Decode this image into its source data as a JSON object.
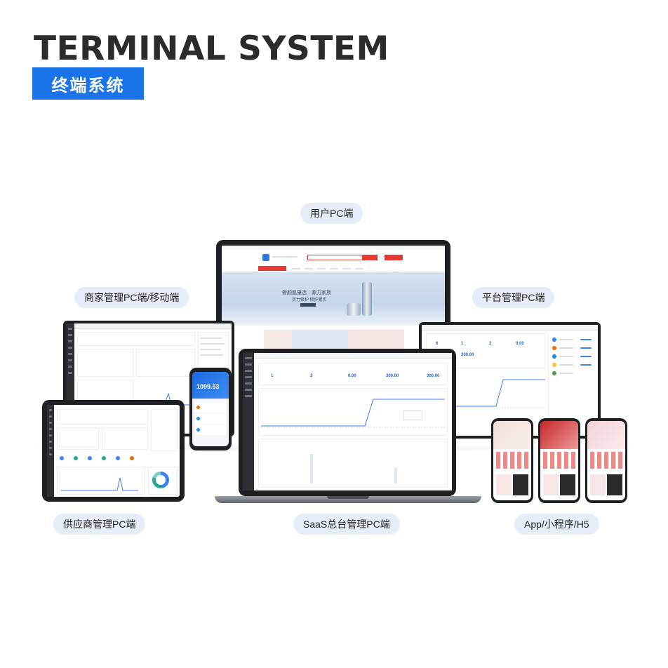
{
  "header": {
    "title": "TERMINAL SYSTEM",
    "subtitle": "终端系统"
  },
  "labels": {
    "user_pc": "用户PC端",
    "merchant": "商家管理PC端/移动端",
    "platform": "平台管理PC端",
    "supplier": "供应商管理PC端",
    "saas": "SaaS总台管理PC端",
    "app": "App/小程序/H5"
  },
  "screens": {
    "hero_line1": "奢颜肌肇选｜源力家族",
    "hero_line2": "实力修护 修护紧实",
    "phone_amount": "1099.53",
    "saas_stats": [
      "1",
      "2",
      "0.00",
      "300.00",
      "300.00"
    ],
    "platform_stats": [
      "6",
      "1",
      "2",
      "0.00",
      "300.00"
    ]
  },
  "colors": {
    "accent": "#1a73e8",
    "pill_bg": "#e6edf9",
    "device_dark": "#1d1f22",
    "brand_red": "#e53935"
  }
}
